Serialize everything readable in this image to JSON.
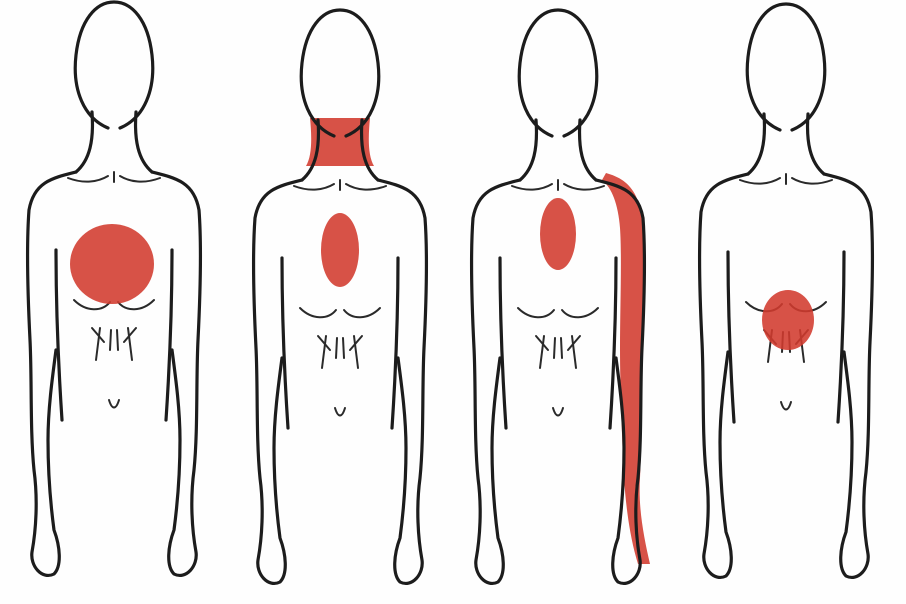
{
  "figures": [
    {
      "id": "figure-1",
      "pain_regions": [
        "chest-center-large"
      ]
    },
    {
      "id": "figure-2",
      "pain_regions": [
        "neck",
        "chest-center"
      ]
    },
    {
      "id": "figure-3",
      "pain_regions": [
        "chest-center",
        "left-arm"
      ]
    },
    {
      "id": "figure-4",
      "pain_regions": [
        "upper-abdomen"
      ]
    }
  ],
  "colors": {
    "pain": "#d23a2e",
    "outline": "#1c1c1c",
    "background": "#fefefe"
  }
}
